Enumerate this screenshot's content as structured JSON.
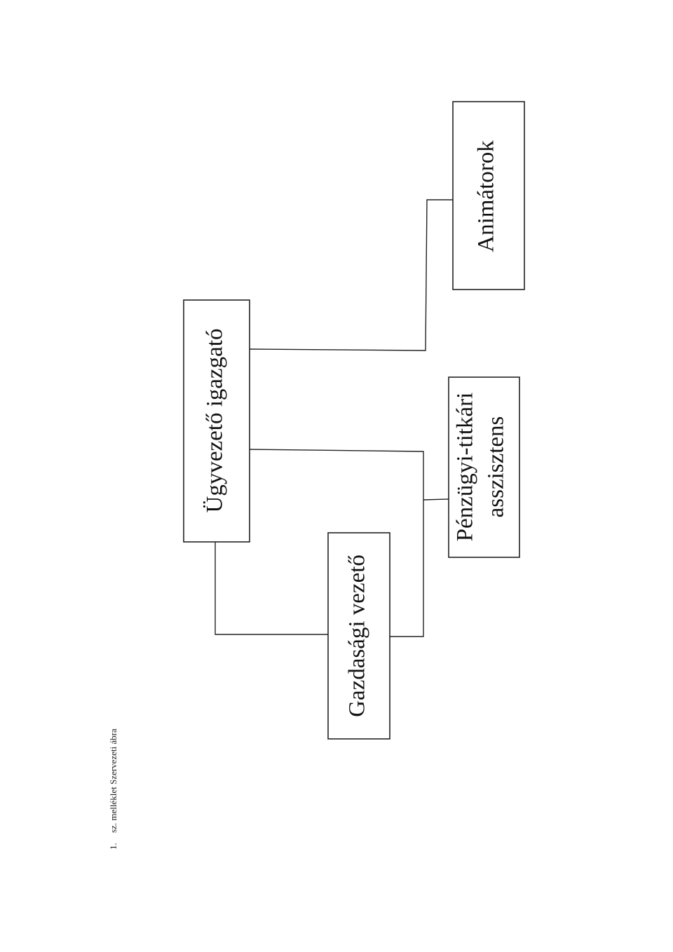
{
  "caption": {
    "number": "1.",
    "text": "sz. melléklet Szervezeti ábra"
  },
  "nodes": {
    "ugyvezeto": {
      "label": "Ügyvezető igazgató"
    },
    "gazdasagi": {
      "label": "Gazdasági vezető"
    },
    "penzugyi": {
      "line1": "Pénzügyi-titkári",
      "line2": "asszisztens"
    },
    "animatorok": {
      "label": "Animátorok"
    }
  }
}
